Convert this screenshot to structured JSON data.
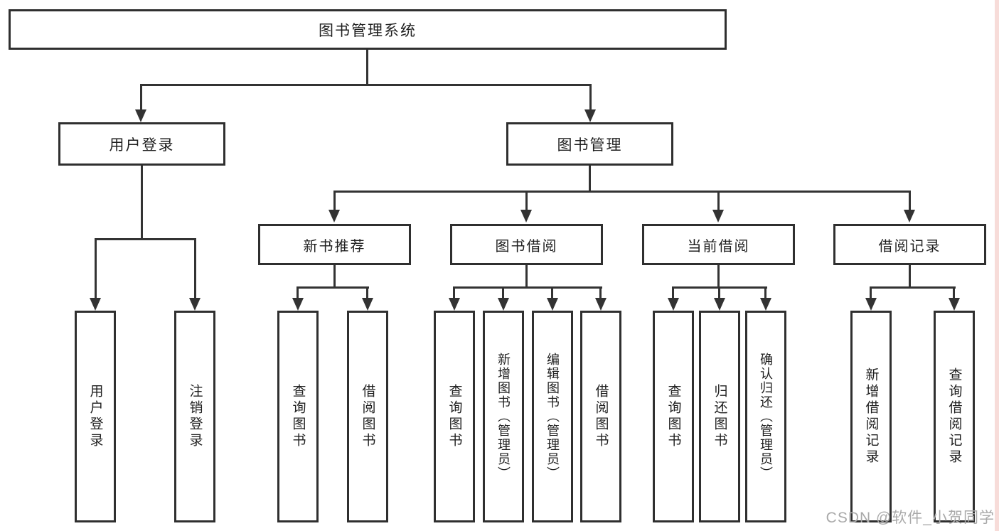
{
  "diagram": {
    "root": {
      "label": "图书管理系统"
    },
    "level2": [
      {
        "id": "user-login",
        "label": "用户登录"
      },
      {
        "id": "book-management",
        "label": "图书管理"
      }
    ],
    "level3": [
      {
        "id": "new-book-recommend",
        "label": "新书推荐"
      },
      {
        "id": "book-borrow",
        "label": "图书借阅"
      },
      {
        "id": "current-borrow",
        "label": "当前借阅"
      },
      {
        "id": "borrow-records",
        "label": "借阅记录"
      }
    ],
    "leaves": {
      "user_login": [
        "用户登录",
        "注销登录"
      ],
      "new_book_recommend": [
        "查询图书",
        "借阅图书"
      ],
      "book_borrow": [
        "查询图书",
        "新增图书（管理员）",
        "编辑图书（管理员）",
        "借阅图书"
      ],
      "current_borrow": [
        "查询图书",
        "归还图书",
        "确认归还（管理员）"
      ],
      "borrow_records": [
        "新增借阅记录",
        "查询借阅记录"
      ]
    }
  },
  "watermark": {
    "text": "CSDN @软件_小贺同学"
  },
  "colors": {
    "line": "#333333",
    "box_border": "#2f2f2f",
    "text": "#1f1f1f",
    "watermark": "#a9a9a9",
    "edge_strip": "#f7dcd9",
    "background": "#ffffff"
  }
}
